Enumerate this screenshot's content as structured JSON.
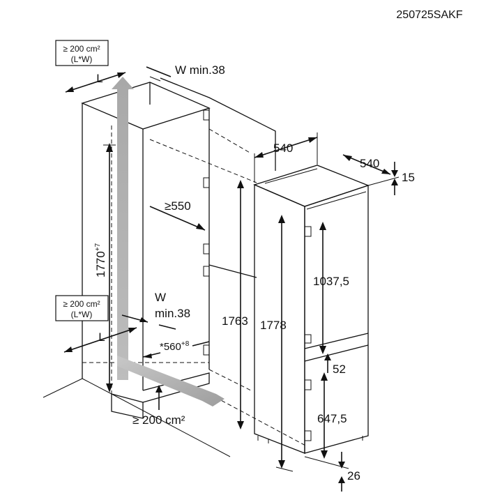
{
  "code": "250725SAKF",
  "vent_top": {
    "area": "≥ 200 cm²",
    "formula": "(L*W)"
  },
  "vent_mid": {
    "area": "≥ 200 cm²",
    "formula": "(L*W)"
  },
  "vent_bottom": "≥ 200 cm²",
  "niche": {
    "l_top": "L",
    "w_top": "W min.38",
    "height_base": "1770",
    "height_tol": "+7",
    "depth": "≥550",
    "w_mid_letter": "W",
    "w_mid_value": "min.38",
    "l_mid": "L",
    "bottom_width_base": "*560",
    "bottom_width_tol": "+8",
    "door_height": "1763"
  },
  "appliance": {
    "width": "540",
    "depth": "540",
    "top_gap": "15",
    "total_height": "1778",
    "fridge_height": "1037,5",
    "separator": "52",
    "freezer_height": "647,5",
    "bottom_gap": "26"
  }
}
